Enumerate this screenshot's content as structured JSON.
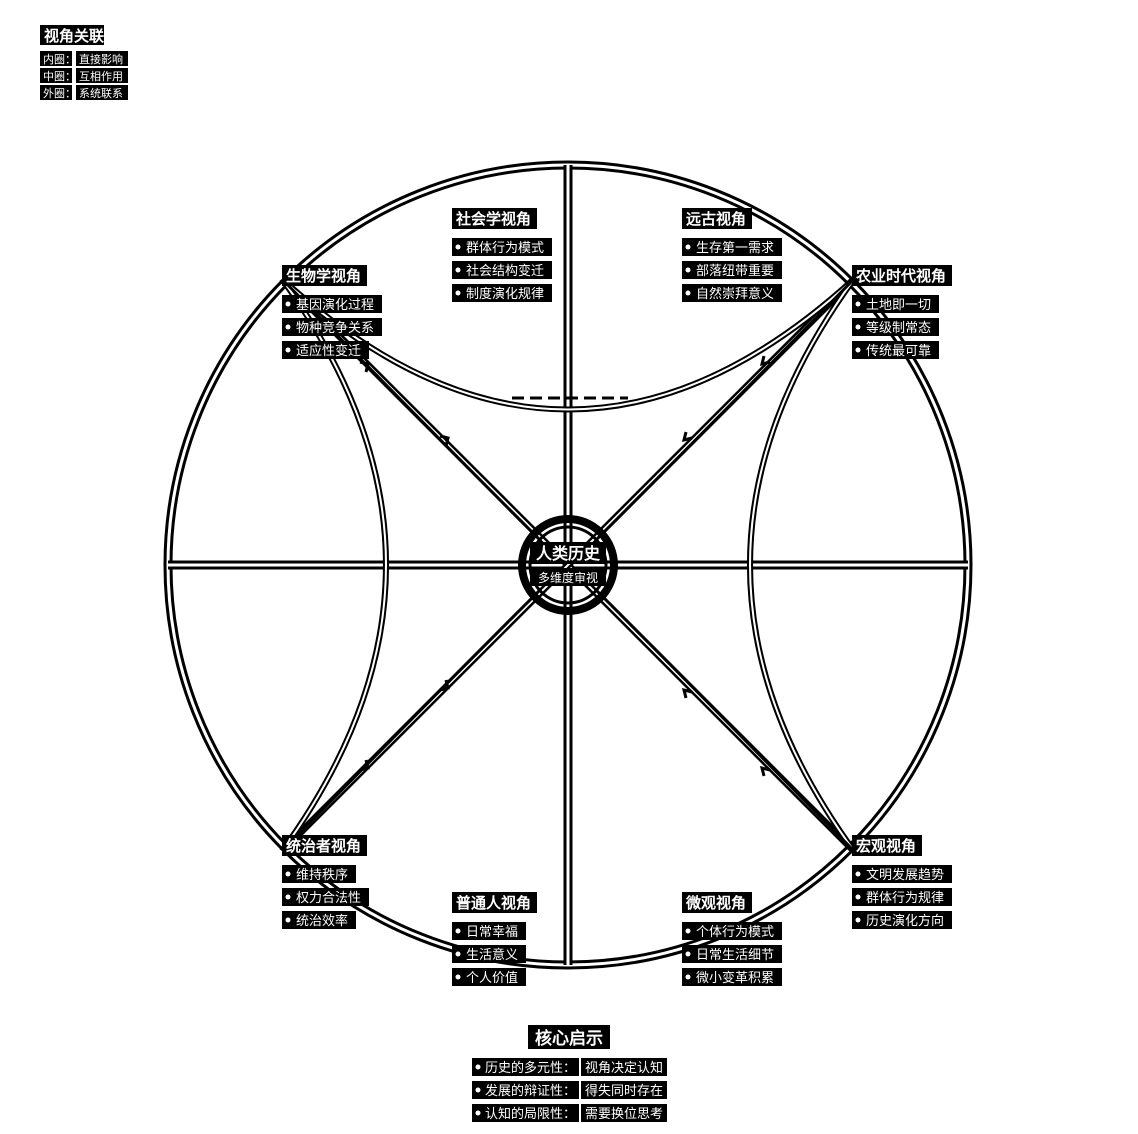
{
  "legend": {
    "title": "视角关联",
    "rows": [
      {
        "key": "内圈：",
        "value": "直接影响"
      },
      {
        "key": "中圈：",
        "value": "互相作用"
      },
      {
        "key": "外圈：",
        "value": "系统联系"
      }
    ]
  },
  "center": {
    "title": "人类历史",
    "subtitle": "多维度审视"
  },
  "perspectives": [
    {
      "id": "sociology",
      "title": "社会学视角",
      "items": [
        "群体行为模式",
        "社会结构变迁",
        "制度演化规律"
      ]
    },
    {
      "id": "ancient",
      "title": "远古视角",
      "items": [
        "生存第一需求",
        "部落纽带重要",
        "自然崇拜意义"
      ]
    },
    {
      "id": "biology",
      "title": "生物学视角",
      "items": [
        "基因演化过程",
        "物种竞争关系",
        "适应性变迁"
      ]
    },
    {
      "id": "agriculture",
      "title": "农业时代视角",
      "items": [
        "土地即一切",
        "等级制常态",
        "传统最可靠"
      ]
    },
    {
      "id": "ruler",
      "title": "统治者视角",
      "items": [
        "维持秩序",
        "权力合法性",
        "统治效率"
      ]
    },
    {
      "id": "macro",
      "title": "宏观视角",
      "items": [
        "文明发展趋势",
        "群体行为规律",
        "历史演化方向"
      ]
    },
    {
      "id": "common",
      "title": "普通人视角",
      "items": [
        "日常幸福",
        "生活意义",
        "个人价值"
      ]
    },
    {
      "id": "micro",
      "title": "微观视角",
      "items": [
        "个体行为模式",
        "日常生活细节",
        "微小变革积累"
      ]
    }
  ],
  "core_insight": {
    "title": "核心启示",
    "items": [
      {
        "key": "历史的多元性：",
        "value": "视角决定认知"
      },
      {
        "key": "发展的辩证性：",
        "value": "得失同时存在"
      },
      {
        "key": "认知的局限性：",
        "value": "需要换位思考"
      }
    ]
  },
  "colors": {
    "background": "#ffffff",
    "stroke": "#000000",
    "text": "#ffffff"
  }
}
